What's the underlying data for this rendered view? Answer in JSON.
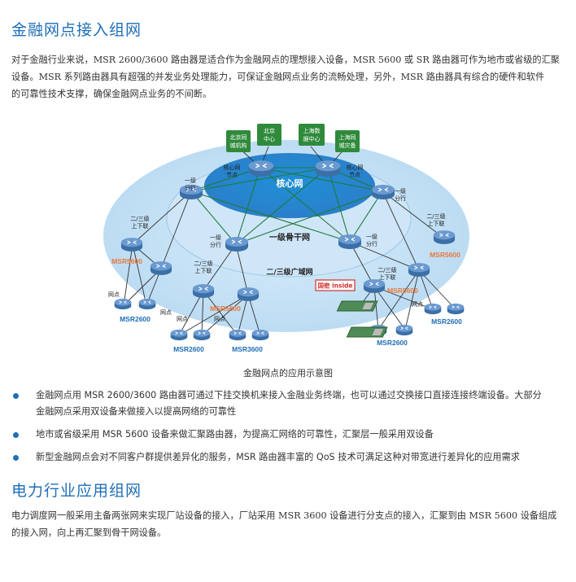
{
  "section1": {
    "title": "金融网点接入组网",
    "paragraph_lines": [
      "对于金融行业来说，MSR 2600/3600 路由器是适合作为金融网点的理想接入设备，MSR 5600 或 SR 路由器可作为地市或省级的汇聚",
      "设备。MSR 系列路由器具有超强的并发业务处理能力，可保证金融网点业务的流畅处理，另外，MSR 路由器具有综合的硬件和软件",
      "的可靠性技术支撑，确保金融网点业务的不间断。"
    ]
  },
  "diagram": {
    "caption": "金融网点的应用示意图",
    "green_boxes": [
      [
        "北京同",
        "城机构"
      ],
      [
        "北京",
        "中心"
      ],
      [
        "上海数",
        "据中心"
      ],
      [
        "上海同",
        "城灾备"
      ]
    ],
    "core_label": "核心网",
    "core_node_label": [
      "核心网",
      "节点"
    ],
    "backbone_label": "一级骨干网",
    "wan_label": "二/三级广域网",
    "branch_label": [
      "一级",
      "分行"
    ],
    "uplink_label": [
      "二/三级",
      "上下联"
    ],
    "outlet_label": "网点",
    "inside_badge": "国密 inside",
    "msr": {
      "m5600": "MSR5600",
      "m2600": "MSR2600",
      "m3600": "MSR3600"
    },
    "colors": {
      "orange": "#e8793b",
      "blue": "#1f6fb9",
      "green": "#2f8a3b",
      "red": "#d0302b"
    }
  },
  "bullets": [
    [
      "金融网点用 MSR 2600/3600 路由器可通过下挂交换机来接入金融业务终端，也可以通过交换接口直接连接终端设备。大部分",
      "金融网点采用双设备来做接入以提高网络的可靠性"
    ],
    [
      "地市或省级采用 MSR 5600 设备来做汇聚路由器，为提高汇网络的可靠性，汇聚层一般采用双设备"
    ],
    [
      "新型金融网点会对不同客户群提供差异化的服务，MSR 路由器丰富的 QoS 技术可满足这种对带宽进行差异化的应用需求"
    ]
  ],
  "section2": {
    "title": "电力行业应用组网",
    "paragraph_lines": [
      "电力调度网一般采用主备两张网来实现厂站设备的接入，厂站采用 MSR 3600 设备进行分支点的接入，汇聚到由 MSR 5600 设备组成",
      "的接入网，向上再汇聚到骨干网设备。"
    ]
  }
}
